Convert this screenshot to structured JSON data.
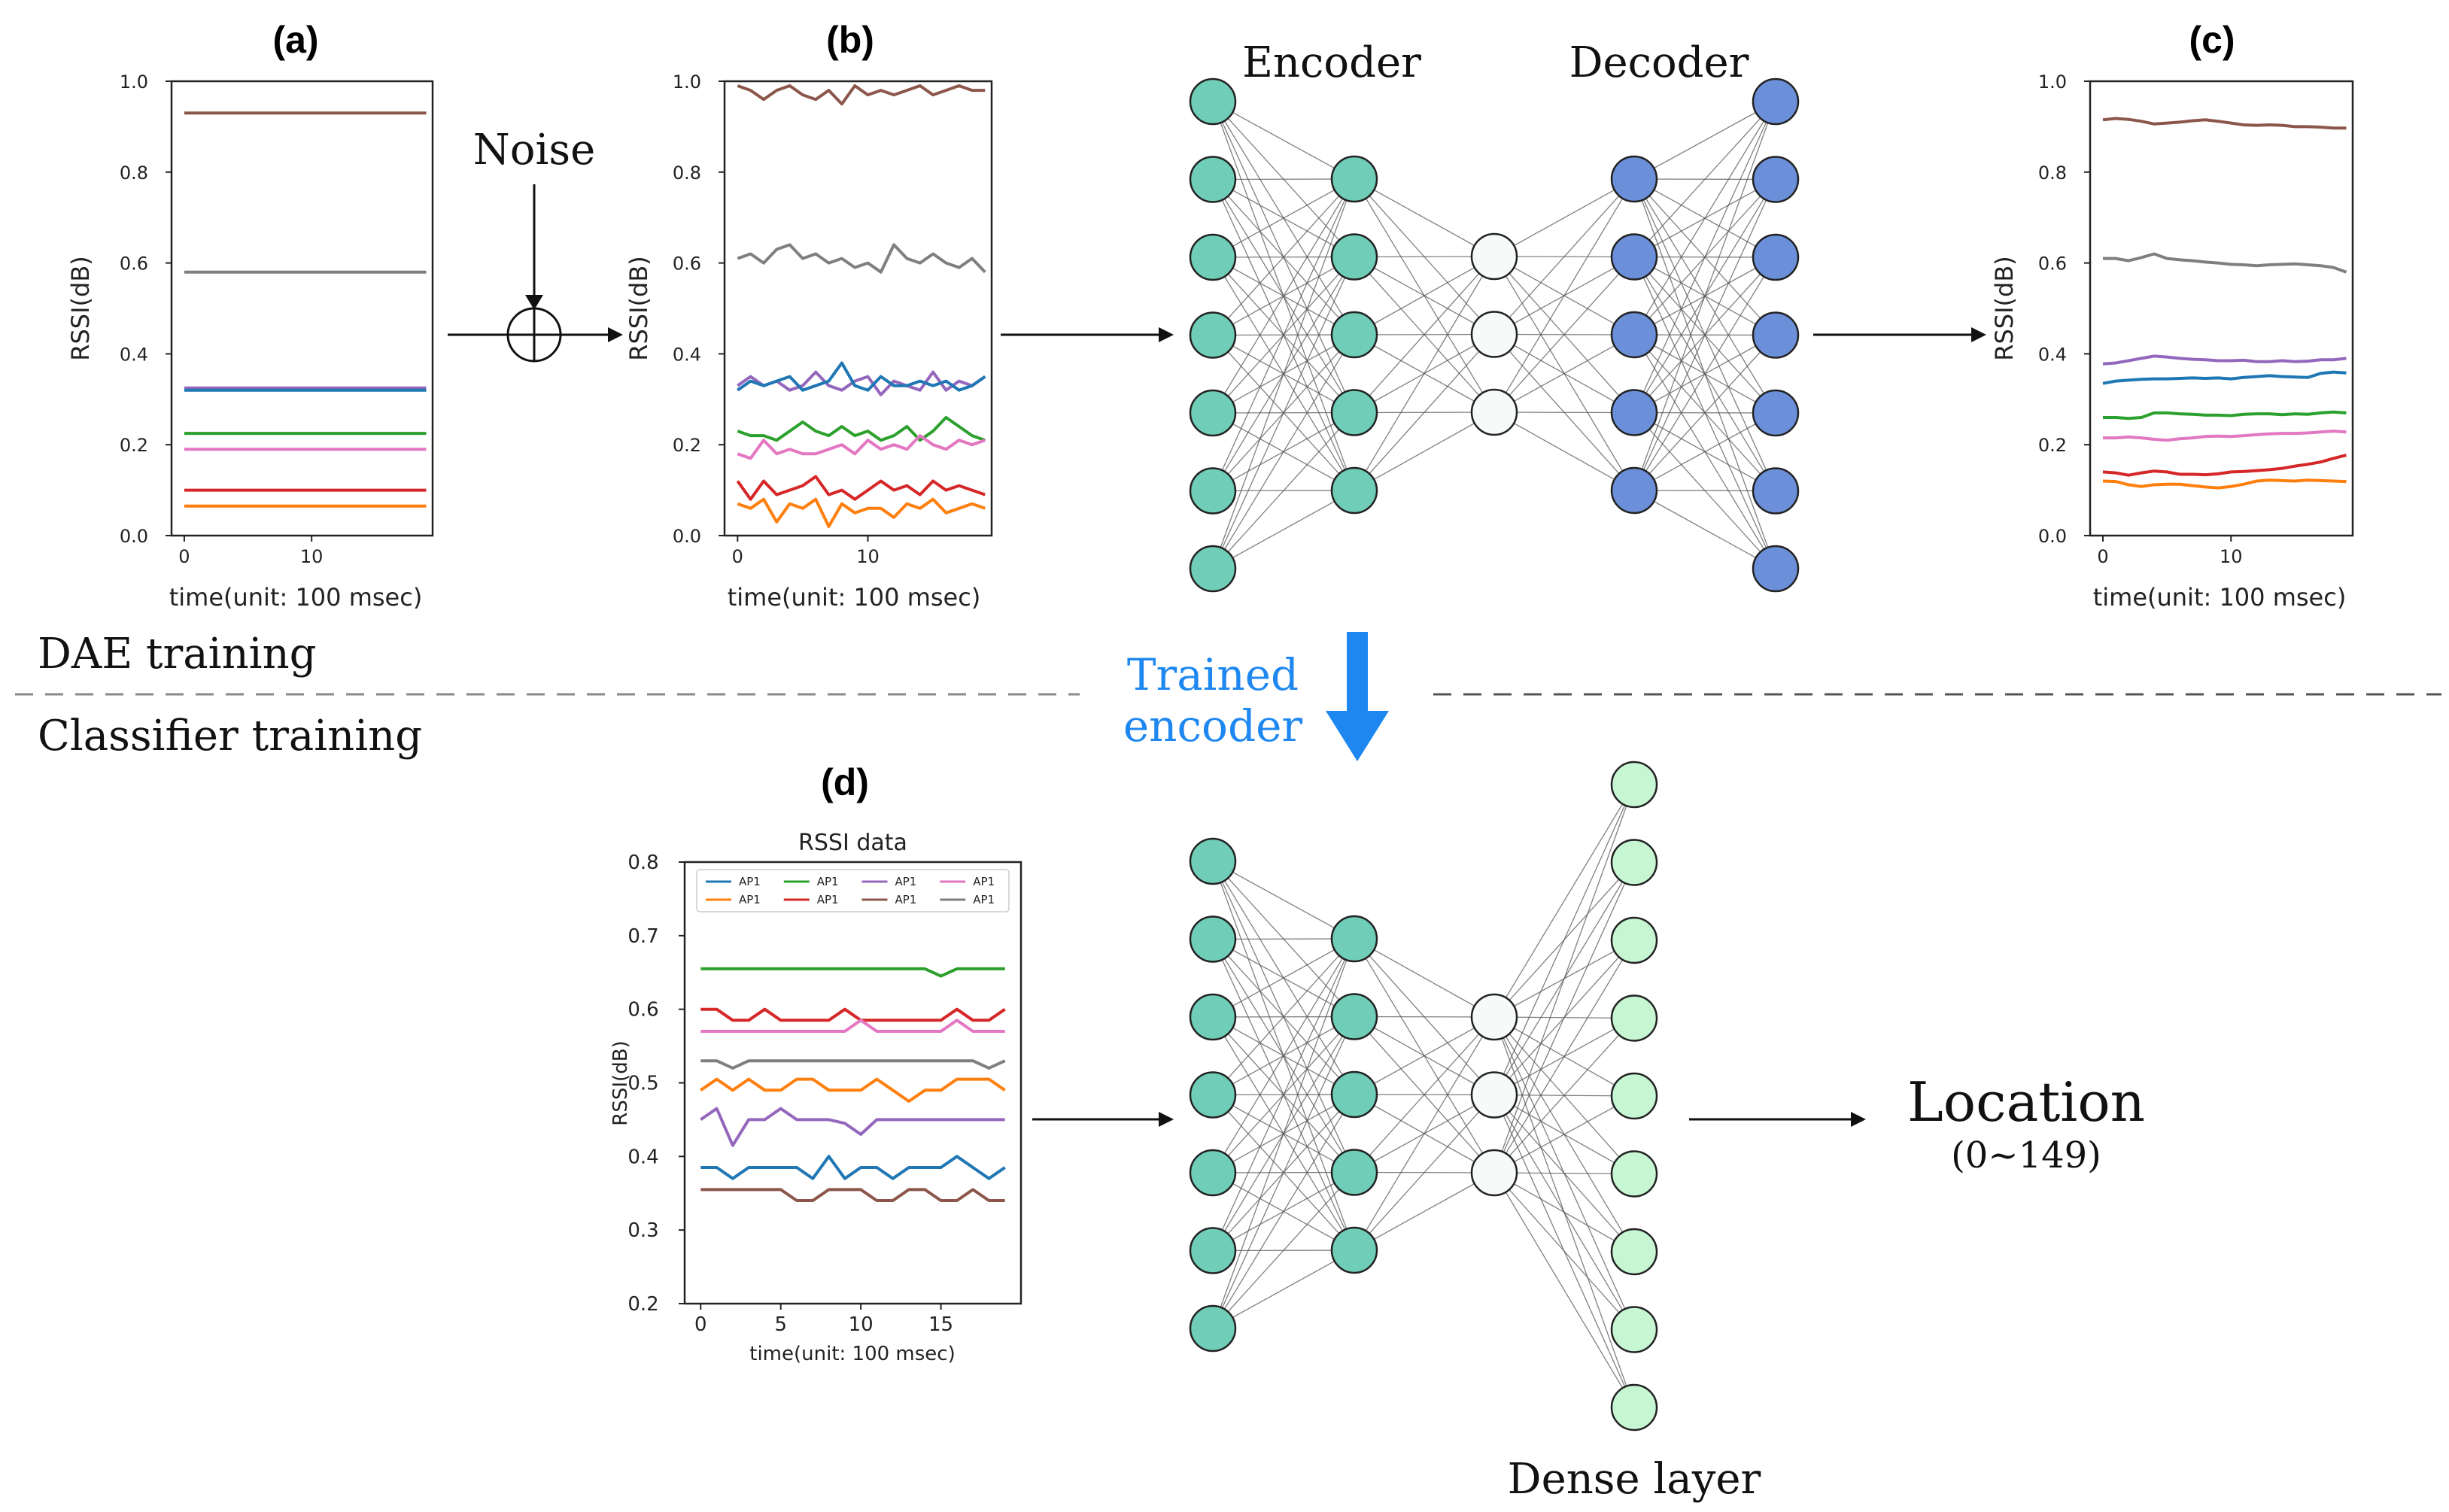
{
  "labels": {
    "panel_a": "(a)",
    "panel_b": "(b)",
    "panel_c": "(c)",
    "panel_d": "(d)",
    "noise": "Noise",
    "encoder": "Encoder",
    "decoder": "Decoder",
    "dae_training": "DAE training",
    "classifier_training": "Classifier training",
    "trained_encoder_line1": "Trained",
    "trained_encoder_line2": "encoder",
    "location": "Location",
    "location_range": "(0~149)",
    "dense_layer": "Dense layer"
  },
  "colors": {
    "encoder_node": "#6fcdb8",
    "decoder_node": "#6b8fd8",
    "latent_node": "#f6fbf9",
    "dense_node": "#c7f6d3",
    "trained_arrow": "#1e88f0",
    "trained_text": "#1e88f0",
    "series": {
      "blue": "#1f77b4",
      "orange": "#ff7f0e",
      "green": "#2ca02c",
      "red": "#d62728",
      "purple": "#9467bd",
      "brown": "#8c564b",
      "pink": "#e377c2",
      "gray": "#7f7f7f"
    }
  },
  "network": {
    "dae_layers": [
      7,
      5,
      3,
      5,
      7
    ],
    "classifier_layers": [
      7,
      5,
      3,
      9
    ]
  },
  "chart_data": [
    {
      "id": "a",
      "type": "line",
      "title": "(a)",
      "xlabel": "time(unit: 100 msec)",
      "ylabel": "RSSI(dB)",
      "xlim": [
        -1,
        19.5
      ],
      "ylim": [
        0.0,
        1.0
      ],
      "xticks": [
        0,
        10
      ],
      "yticks": [
        "0.0",
        "0.2",
        "0.4",
        "0.6",
        "0.8",
        "1.0"
      ],
      "x": [
        0,
        19
      ],
      "series": [
        {
          "color": "brown",
          "values": [
            0.93,
            0.93
          ]
        },
        {
          "color": "gray",
          "values": [
            0.58,
            0.58
          ]
        },
        {
          "color": "purple",
          "values": [
            0.325,
            0.325
          ]
        },
        {
          "color": "blue",
          "values": [
            0.32,
            0.32
          ]
        },
        {
          "color": "green",
          "values": [
            0.225,
            0.225
          ]
        },
        {
          "color": "pink",
          "values": [
            0.19,
            0.19
          ]
        },
        {
          "color": "red",
          "values": [
            0.1,
            0.1
          ]
        },
        {
          "color": "orange",
          "values": [
            0.065,
            0.065
          ]
        }
      ]
    },
    {
      "id": "b",
      "type": "line",
      "title": "(b)",
      "xlabel": "time(unit: 100 msec)",
      "ylabel": "RSSI(dB)",
      "xlim": [
        -1,
        19.5
      ],
      "ylim": [
        0.0,
        1.0
      ],
      "xticks": [
        0,
        10
      ],
      "yticks": [
        "0.0",
        "0.2",
        "0.4",
        "0.6",
        "0.8",
        "1.0"
      ],
      "x": [
        0,
        1,
        2,
        3,
        4,
        5,
        6,
        7,
        8,
        9,
        10,
        11,
        12,
        13,
        14,
        15,
        16,
        17,
        18,
        19
      ],
      "series": [
        {
          "color": "brown",
          "values": [
            0.99,
            0.98,
            0.96,
            0.98,
            0.99,
            0.97,
            0.96,
            0.98,
            0.95,
            0.99,
            0.97,
            0.98,
            0.97,
            0.98,
            0.99,
            0.97,
            0.98,
            0.99,
            0.98,
            0.98
          ]
        },
        {
          "color": "gray",
          "values": [
            0.61,
            0.62,
            0.6,
            0.63,
            0.64,
            0.61,
            0.62,
            0.6,
            0.61,
            0.59,
            0.6,
            0.58,
            0.64,
            0.61,
            0.6,
            0.62,
            0.6,
            0.59,
            0.61,
            0.58
          ]
        },
        {
          "color": "purple",
          "values": [
            0.33,
            0.35,
            0.33,
            0.34,
            0.32,
            0.33,
            0.36,
            0.33,
            0.32,
            0.34,
            0.35,
            0.31,
            0.34,
            0.33,
            0.32,
            0.36,
            0.32,
            0.34,
            0.33,
            0.35
          ]
        },
        {
          "color": "blue",
          "values": [
            0.32,
            0.34,
            0.33,
            0.34,
            0.35,
            0.32,
            0.33,
            0.34,
            0.38,
            0.33,
            0.32,
            0.35,
            0.33,
            0.33,
            0.34,
            0.33,
            0.34,
            0.32,
            0.33,
            0.35
          ]
        },
        {
          "color": "green",
          "values": [
            0.23,
            0.22,
            0.22,
            0.21,
            0.23,
            0.25,
            0.23,
            0.22,
            0.24,
            0.22,
            0.23,
            0.21,
            0.22,
            0.24,
            0.21,
            0.23,
            0.26,
            0.24,
            0.22,
            0.21
          ]
        },
        {
          "color": "pink",
          "values": [
            0.18,
            0.17,
            0.21,
            0.18,
            0.19,
            0.18,
            0.18,
            0.19,
            0.2,
            0.18,
            0.21,
            0.19,
            0.2,
            0.19,
            0.22,
            0.2,
            0.19,
            0.21,
            0.2,
            0.21
          ]
        },
        {
          "color": "red",
          "values": [
            0.12,
            0.08,
            0.12,
            0.09,
            0.1,
            0.11,
            0.13,
            0.09,
            0.1,
            0.08,
            0.1,
            0.12,
            0.1,
            0.11,
            0.09,
            0.12,
            0.1,
            0.11,
            0.1,
            0.09
          ]
        },
        {
          "color": "orange",
          "values": [
            0.07,
            0.06,
            0.08,
            0.03,
            0.07,
            0.06,
            0.08,
            0.02,
            0.07,
            0.05,
            0.06,
            0.06,
            0.04,
            0.07,
            0.06,
            0.08,
            0.05,
            0.06,
            0.07,
            0.06
          ]
        }
      ]
    },
    {
      "id": "c",
      "type": "line",
      "title": "(c)",
      "xlabel": "time(unit: 100 msec)",
      "ylabel": "RSSI(dB)",
      "xlim": [
        -1,
        19.5
      ],
      "ylim": [
        0.0,
        1.0
      ],
      "xticks": [
        0,
        10
      ],
      "yticks": [
        "0.0",
        "0.2",
        "0.4",
        "0.6",
        "0.8",
        "1.0"
      ],
      "x": [
        0,
        1,
        2,
        3,
        4,
        5,
        6,
        7,
        8,
        9,
        10,
        11,
        12,
        13,
        14,
        15,
        16,
        17,
        18,
        19
      ],
      "series": [
        {
          "color": "brown",
          "values": [
            0.915,
            0.918,
            0.916,
            0.912,
            0.906,
            0.908,
            0.91,
            0.913,
            0.915,
            0.912,
            0.908,
            0.904,
            0.903,
            0.904,
            0.903,
            0.9,
            0.9,
            0.899,
            0.897,
            0.897
          ]
        },
        {
          "color": "gray",
          "values": [
            0.61,
            0.61,
            0.605,
            0.612,
            0.62,
            0.61,
            0.607,
            0.605,
            0.602,
            0.6,
            0.597,
            0.596,
            0.594,
            0.596,
            0.597,
            0.598,
            0.596,
            0.594,
            0.59,
            0.58
          ]
        },
        {
          "color": "purple",
          "values": [
            0.378,
            0.38,
            0.385,
            0.39,
            0.395,
            0.393,
            0.39,
            0.388,
            0.387,
            0.385,
            0.385,
            0.386,
            0.383,
            0.383,
            0.385,
            0.383,
            0.384,
            0.387,
            0.387,
            0.39
          ]
        },
        {
          "color": "blue",
          "values": [
            0.335,
            0.34,
            0.342,
            0.344,
            0.345,
            0.345,
            0.346,
            0.347,
            0.346,
            0.347,
            0.345,
            0.348,
            0.35,
            0.352,
            0.35,
            0.349,
            0.348,
            0.357,
            0.36,
            0.358
          ]
        },
        {
          "color": "green",
          "values": [
            0.26,
            0.26,
            0.258,
            0.26,
            0.27,
            0.27,
            0.268,
            0.267,
            0.265,
            0.265,
            0.264,
            0.267,
            0.268,
            0.268,
            0.266,
            0.268,
            0.267,
            0.27,
            0.272,
            0.27
          ]
        },
        {
          "color": "pink",
          "values": [
            0.215,
            0.215,
            0.217,
            0.215,
            0.212,
            0.21,
            0.213,
            0.215,
            0.218,
            0.219,
            0.218,
            0.22,
            0.222,
            0.224,
            0.225,
            0.225,
            0.226,
            0.228,
            0.23,
            0.228
          ]
        },
        {
          "color": "red",
          "values": [
            0.14,
            0.138,
            0.133,
            0.138,
            0.142,
            0.14,
            0.135,
            0.135,
            0.134,
            0.136,
            0.14,
            0.141,
            0.143,
            0.145,
            0.148,
            0.153,
            0.157,
            0.162,
            0.17,
            0.177
          ]
        },
        {
          "color": "orange",
          "values": [
            0.12,
            0.119,
            0.112,
            0.108,
            0.112,
            0.113,
            0.113,
            0.11,
            0.107,
            0.105,
            0.108,
            0.113,
            0.12,
            0.122,
            0.121,
            0.12,
            0.122,
            0.121,
            0.12,
            0.119
          ]
        }
      ]
    },
    {
      "id": "d",
      "type": "line",
      "title": "RSSI data",
      "panel": "(d)",
      "xlabel": "time(unit: 100 msec)",
      "ylabel": "RSSI(dB)",
      "xlim": [
        -1,
        20
      ],
      "ylim": [
        0.2,
        0.8
      ],
      "xticks": [
        0,
        5,
        10,
        15
      ],
      "yticks": [
        "0.2",
        "0.3",
        "0.4",
        "0.5",
        "0.6",
        "0.7",
        "0.8"
      ],
      "legend": [
        "AP1",
        "AP1",
        "AP1",
        "AP1",
        "AP1",
        "AP1",
        "AP1",
        "AP1"
      ],
      "legend_colors": [
        "blue",
        "orange",
        "green",
        "red",
        "purple",
        "brown",
        "pink",
        "gray"
      ],
      "legend_position": "top",
      "x": [
        0,
        1,
        2,
        3,
        4,
        5,
        6,
        7,
        8,
        9,
        10,
        11,
        12,
        13,
        14,
        15,
        16,
        17,
        18,
        19
      ],
      "series": [
        {
          "color": "green",
          "values": [
            0.655,
            0.655,
            0.655,
            0.655,
            0.655,
            0.655,
            0.655,
            0.655,
            0.655,
            0.655,
            0.655,
            0.655,
            0.655,
            0.655,
            0.655,
            0.645,
            0.655,
            0.655,
            0.655,
            0.655
          ]
        },
        {
          "color": "red",
          "values": [
            0.6,
            0.6,
            0.585,
            0.585,
            0.6,
            0.585,
            0.585,
            0.585,
            0.585,
            0.6,
            0.585,
            0.585,
            0.585,
            0.585,
            0.585,
            0.585,
            0.6,
            0.585,
            0.585,
            0.6
          ]
        },
        {
          "color": "pink",
          "values": [
            0.57,
            0.57,
            0.57,
            0.57,
            0.57,
            0.57,
            0.57,
            0.57,
            0.57,
            0.57,
            0.585,
            0.57,
            0.57,
            0.57,
            0.57,
            0.57,
            0.585,
            0.57,
            0.57,
            0.57
          ]
        },
        {
          "color": "gray",
          "values": [
            0.53,
            0.53,
            0.52,
            0.53,
            0.53,
            0.53,
            0.53,
            0.53,
            0.53,
            0.53,
            0.53,
            0.53,
            0.53,
            0.53,
            0.53,
            0.53,
            0.53,
            0.53,
            0.52,
            0.53
          ]
        },
        {
          "color": "orange",
          "values": [
            0.49,
            0.505,
            0.49,
            0.505,
            0.49,
            0.49,
            0.505,
            0.505,
            0.49,
            0.49,
            0.49,
            0.505,
            0.49,
            0.475,
            0.49,
            0.49,
            0.505,
            0.505,
            0.505,
            0.49
          ]
        },
        {
          "color": "purple",
          "values": [
            0.45,
            0.465,
            0.415,
            0.45,
            0.45,
            0.465,
            0.45,
            0.45,
            0.45,
            0.445,
            0.43,
            0.45,
            0.45,
            0.45,
            0.45,
            0.45,
            0.45,
            0.45,
            0.45,
            0.45
          ]
        },
        {
          "color": "blue",
          "values": [
            0.385,
            0.385,
            0.37,
            0.385,
            0.385,
            0.385,
            0.385,
            0.37,
            0.4,
            0.37,
            0.385,
            0.385,
            0.37,
            0.385,
            0.385,
            0.385,
            0.4,
            0.385,
            0.37,
            0.385
          ]
        },
        {
          "color": "brown",
          "values": [
            0.355,
            0.355,
            0.355,
            0.355,
            0.355,
            0.355,
            0.34,
            0.34,
            0.355,
            0.355,
            0.355,
            0.34,
            0.34,
            0.355,
            0.355,
            0.34,
            0.34,
            0.355,
            0.34,
            0.34
          ]
        }
      ]
    }
  ]
}
